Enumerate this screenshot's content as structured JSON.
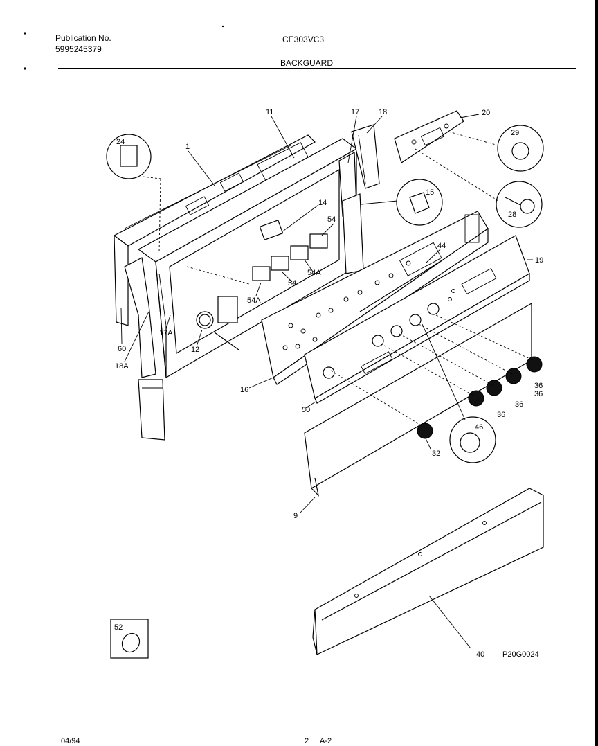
{
  "header": {
    "publication_label": "Publication No.",
    "publication_number": "5995245379",
    "model": "CE303VC3",
    "section": "BACKGUARD"
  },
  "footer": {
    "date": "04/94",
    "page": "2",
    "page_ref": "A-2"
  },
  "diagram_code": "P20G0024",
  "callouts": [
    "1",
    "11",
    "17",
    "18",
    "20",
    "24",
    "29",
    "28",
    "15",
    "14",
    "54",
    "54A",
    "54",
    "54A",
    "44",
    "19",
    "17A",
    "12",
    "60",
    "18A",
    "16",
    "50",
    "36",
    "36",
    "36",
    "36",
    "46",
    "32",
    "9",
    "40",
    "52"
  ]
}
